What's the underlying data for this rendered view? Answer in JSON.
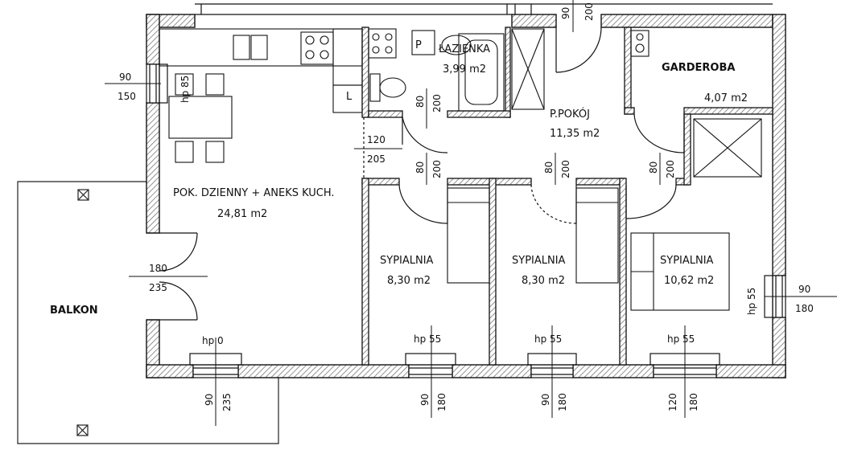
{
  "colors": {
    "wall": "#111111",
    "hatch": "#777777",
    "paper": "#ffffff"
  },
  "rooms": {
    "living": {
      "name": "POK. DZIENNY + ANEKS KUCH.",
      "area": "24,81 m2"
    },
    "bathroom": {
      "name": "ŁAZIENKA",
      "area": "3,99 m2"
    },
    "hall": {
      "name": "P.POKÓJ",
      "area": "11,35 m2"
    },
    "wardrobe": {
      "name": "GARDEROBA",
      "area": "4,07 m2"
    },
    "bedroom1": {
      "name": "SYPIALNIA",
      "area": "8,30 m2"
    },
    "bedroom2": {
      "name": "SYPIALNIA",
      "area": "8,30 m2"
    },
    "bedroom3": {
      "name": "SYPIALNIA",
      "area": "10,62 m2"
    },
    "balcony": {
      "name": "BALKON"
    }
  },
  "fixtures": {
    "p_label": "P",
    "l_label": "L"
  },
  "labels": {
    "hp85": "hp 85",
    "hp0": "hp 0",
    "hp55": "hp 55",
    "hp55_vert": "hp 55"
  },
  "dims": {
    "win_left_w": "90",
    "win_left_h": "150",
    "top_w": "90",
    "top_h": "200",
    "kitchen_w": "120",
    "kitchen_h": "205",
    "balcony_door_w": "180",
    "balcony_door_h": "235",
    "bath_door_w": "80",
    "bath_door_h": "200",
    "bed1_door_w": "80",
    "bed1_door_h": "200",
    "bed2_door_w": "80",
    "bed2_door_h": "200",
    "ward_door_w": "80",
    "ward_door_h": "200",
    "right_win_w": "90",
    "right_win_h": "180",
    "bot_living_w": "90",
    "bot_living_h": "235",
    "bot_bed1_w": "90",
    "bot_bed1_h": "180",
    "bot_bed2_w": "90",
    "bot_bed2_h": "180",
    "bot_bed3_w": "120",
    "bot_bed3_h": "180"
  }
}
